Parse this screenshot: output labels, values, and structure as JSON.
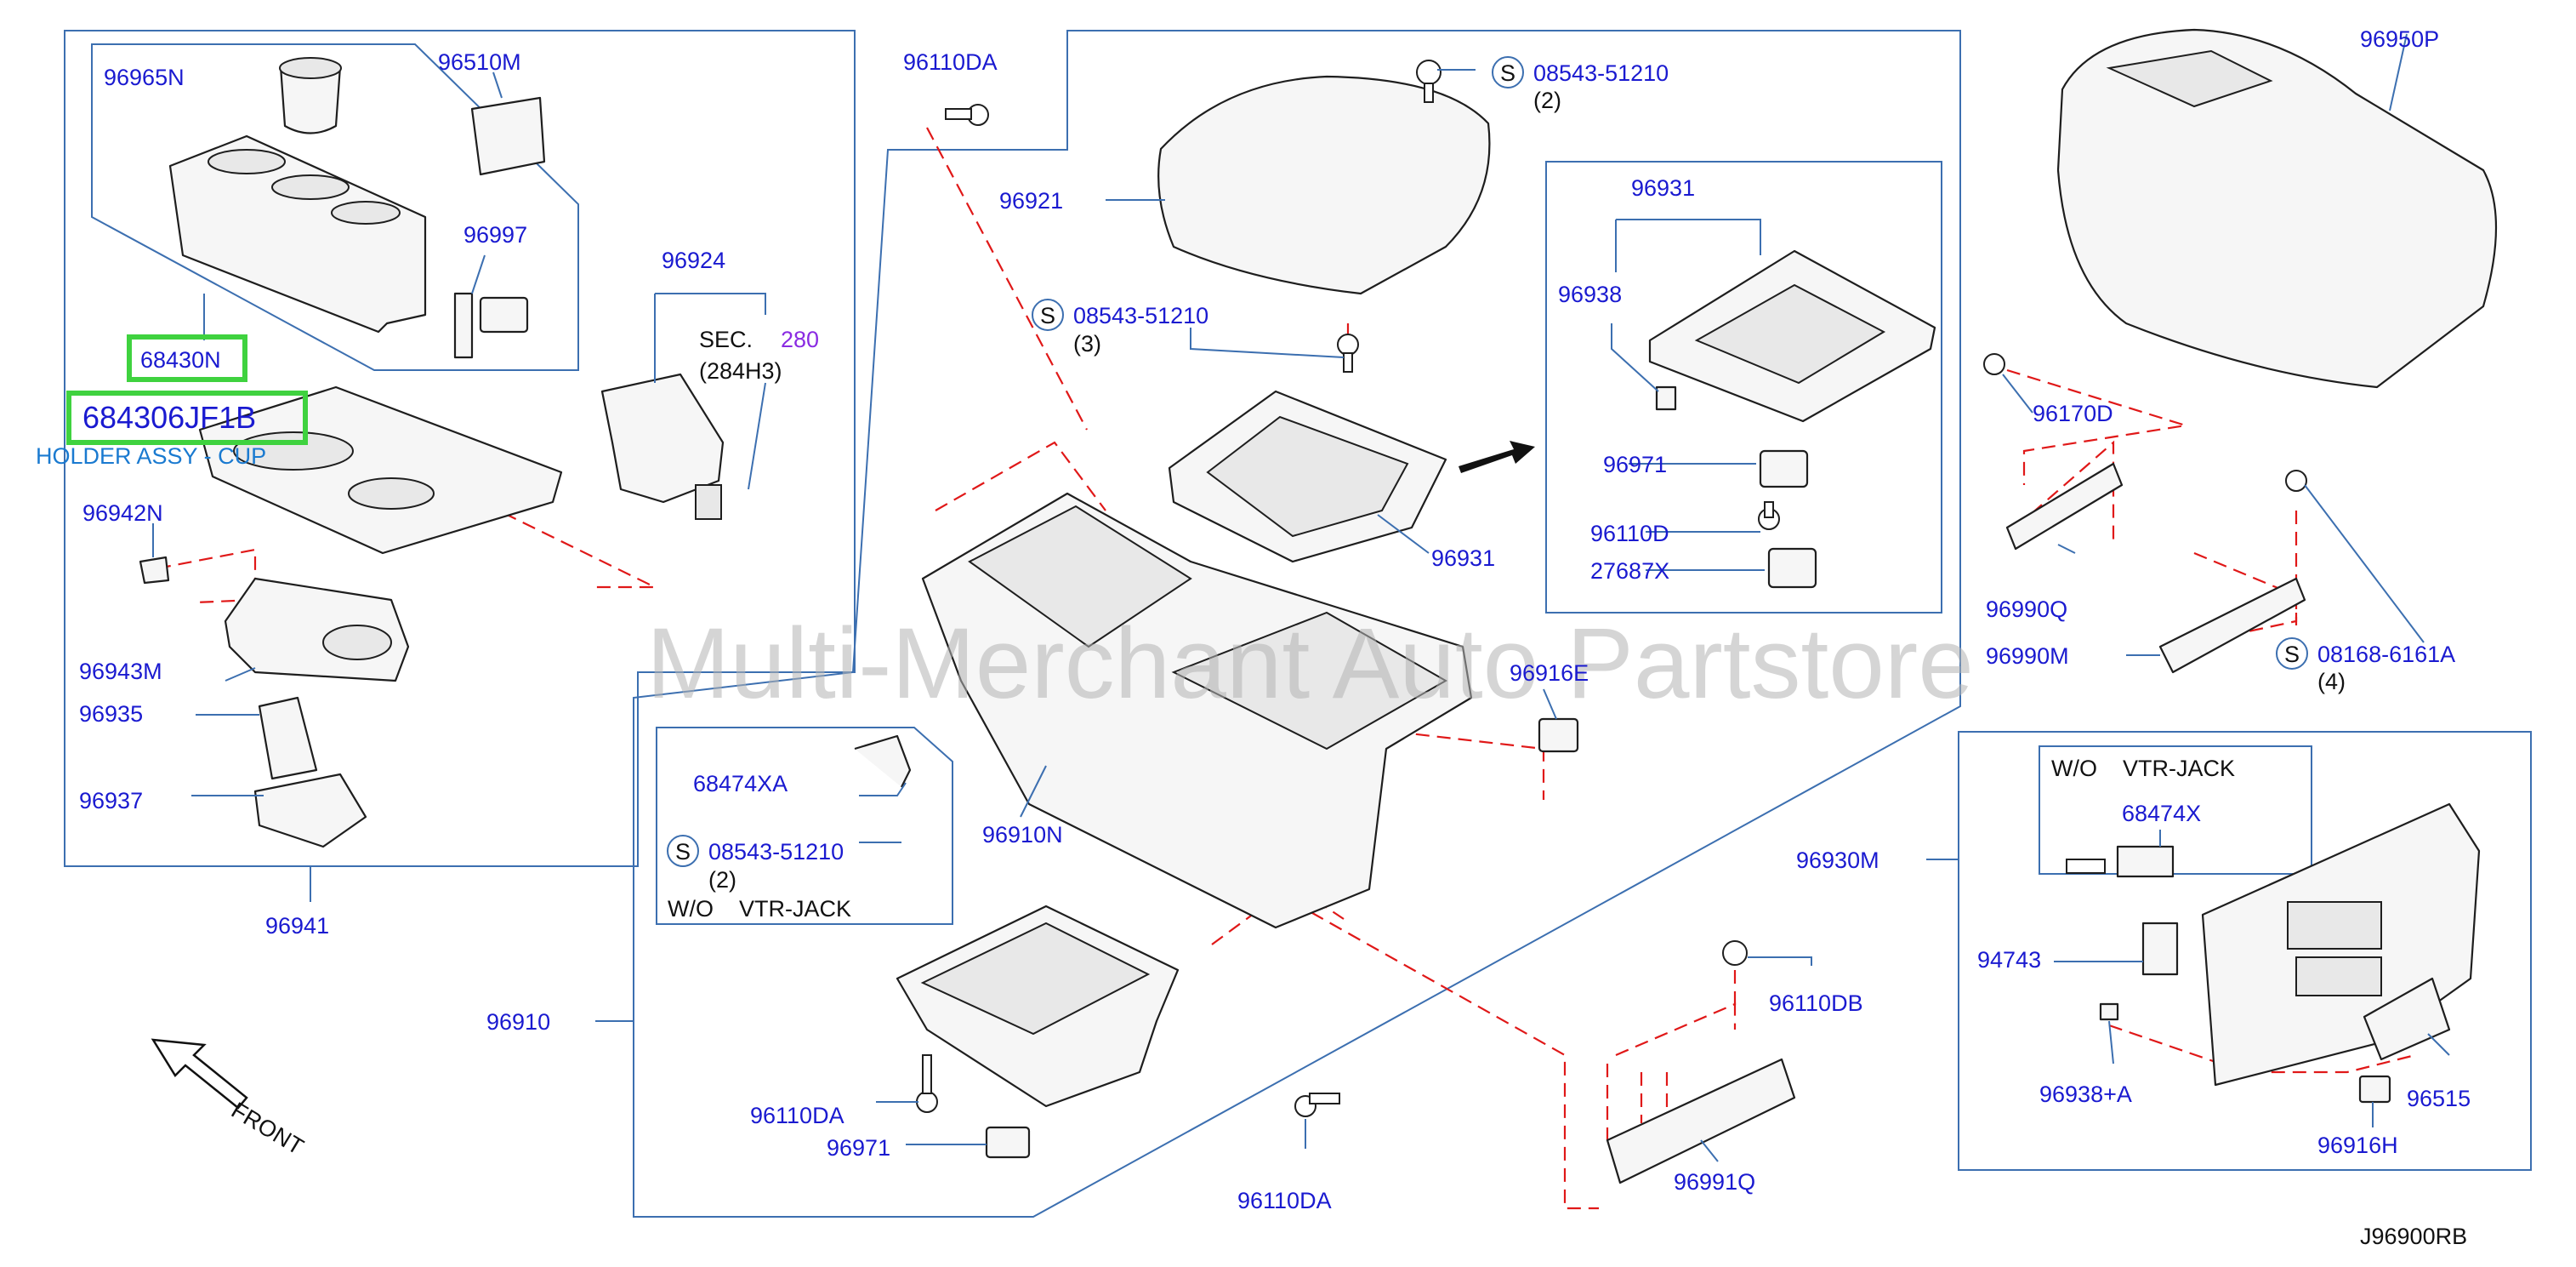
{
  "diagram": {
    "watermark": "Multi-Merchant Auto Partstore",
    "drawing_code": "J96900RB",
    "front_label": "FRONT",
    "highlighted_part": {
      "code": "68430N",
      "number": "684306JF1B",
      "description": "HOLDER ASSY - CUP"
    },
    "sec_ref": {
      "prefix": "SEC.",
      "number": "280",
      "sub": "(284H3)"
    },
    "screw_symbol": "S",
    "labels": {
      "p96965N": "96965N",
      "p96510M": "96510M",
      "p96997": "96997",
      "p96924": "96924",
      "p96942N": "96942N",
      "p96943M": "96943M",
      "p96935": "96935",
      "p96937": "96937",
      "p96941": "96941",
      "p96110DA_a": "96110DA",
      "p08543_a": "08543-51210",
      "q2_a": "(2)",
      "p96921": "96921",
      "p08543_b": "08543-51210",
      "q3_b": "(3)",
      "p96931_a": "96931",
      "p96931_b": "96931",
      "p96938": "96938",
      "p96971_a": "96971",
      "p96110D": "96110D",
      "p27687X": "27687X",
      "p96950P": "96950P",
      "p96170D": "96170D",
      "p96990Q": "96990Q",
      "p96990M": "96990M",
      "p08168": "08168-6161A",
      "q4": "(4)",
      "p96916E": "96916E",
      "p96910N": "96910N",
      "p68474XA": "68474XA",
      "p08543_c": "08543-51210",
      "q2_c": "(2)",
      "wo_vtr_a": "W/O    VTR-JACK",
      "p96910": "96910",
      "p96110DA_b": "96110DA",
      "p96971_b": "96971",
      "p96110DA_c": "96110DA",
      "p96110DB": "96110DB",
      "p96991Q": "96991Q",
      "p96930M": "96930M",
      "wo_vtr_b": "W/O    VTR-JACK",
      "p68474X": "68474X",
      "p94743": "94743",
      "p96938A": "96938+A",
      "p96515": "96515",
      "p96916H": "96916H"
    }
  }
}
